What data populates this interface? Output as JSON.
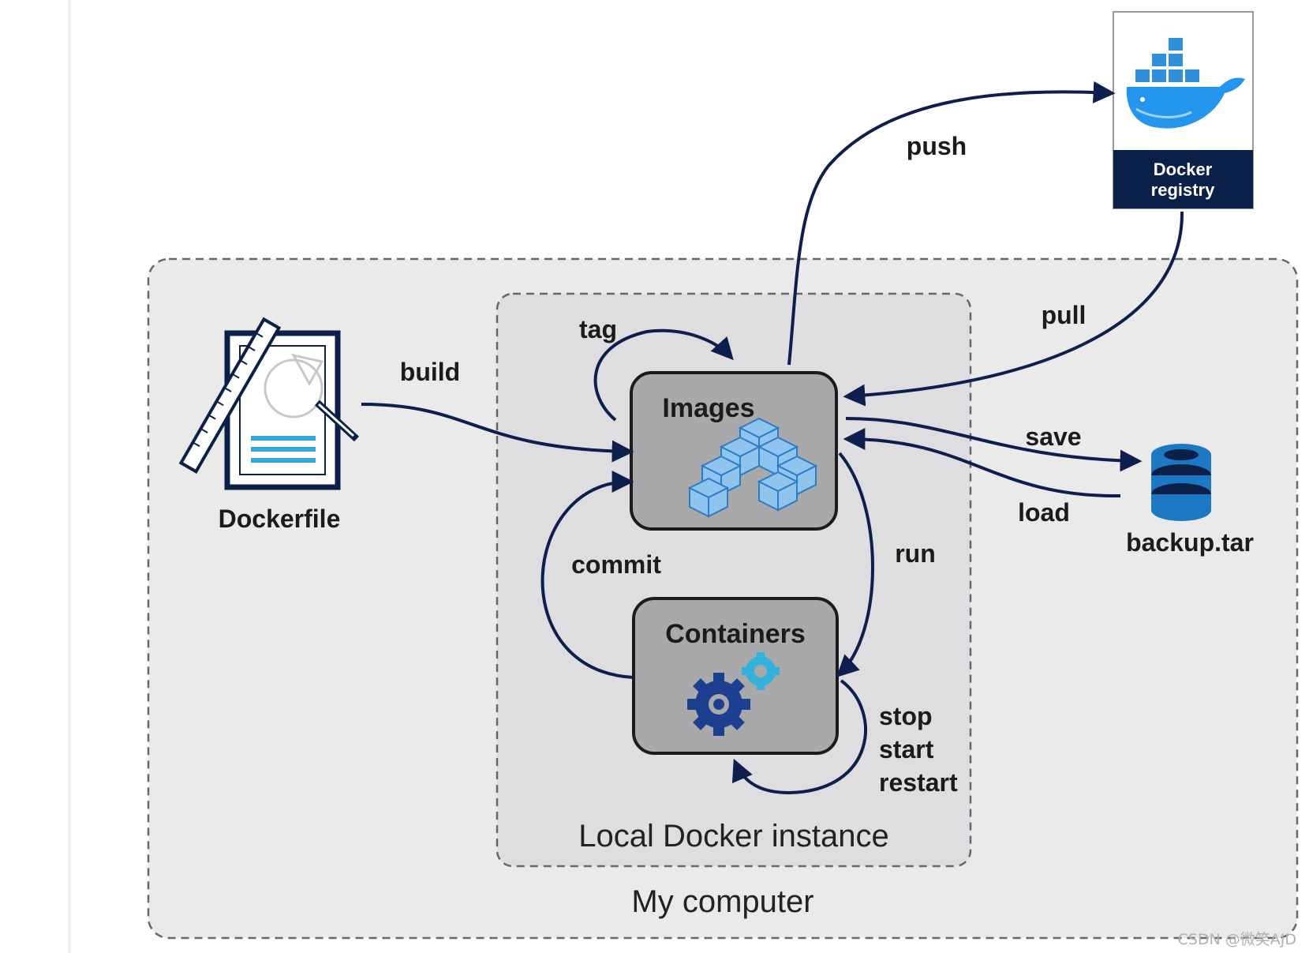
{
  "diagram": {
    "my_computer_label": "My computer",
    "local_instance_label": "Local Docker instance",
    "nodes": {
      "images": "Images",
      "containers": "Containers",
      "dockerfile": "Dockerfile",
      "registry_line1": "Docker",
      "registry_line2": "registry",
      "backup": "backup.tar"
    },
    "edges": {
      "build": "build",
      "tag": "tag",
      "push": "push",
      "pull": "pull",
      "save": "save",
      "load": "load",
      "run": "run",
      "commit": "commit",
      "stop": "stop",
      "start": "start",
      "restart": "restart"
    }
  },
  "watermark": "CSDN @微笑AJD",
  "colors": {
    "arrow": "#0e1f4d",
    "outer_fill": "#eaeaeb",
    "inner_fill": "#dedee0",
    "box_fill": "#a9a9ab",
    "registry_band": "#0b2049",
    "docker_blue": "#2496ed",
    "cube_blue": "#8fc4ee",
    "backup_blue": "#1c78c2",
    "gear_dark": "#1d3f8f",
    "gear_light": "#33b2dd"
  },
  "icons": [
    "docker-whale-icon",
    "cubes-icon",
    "gears-icon",
    "database-icon",
    "dockerfile-icon"
  ]
}
